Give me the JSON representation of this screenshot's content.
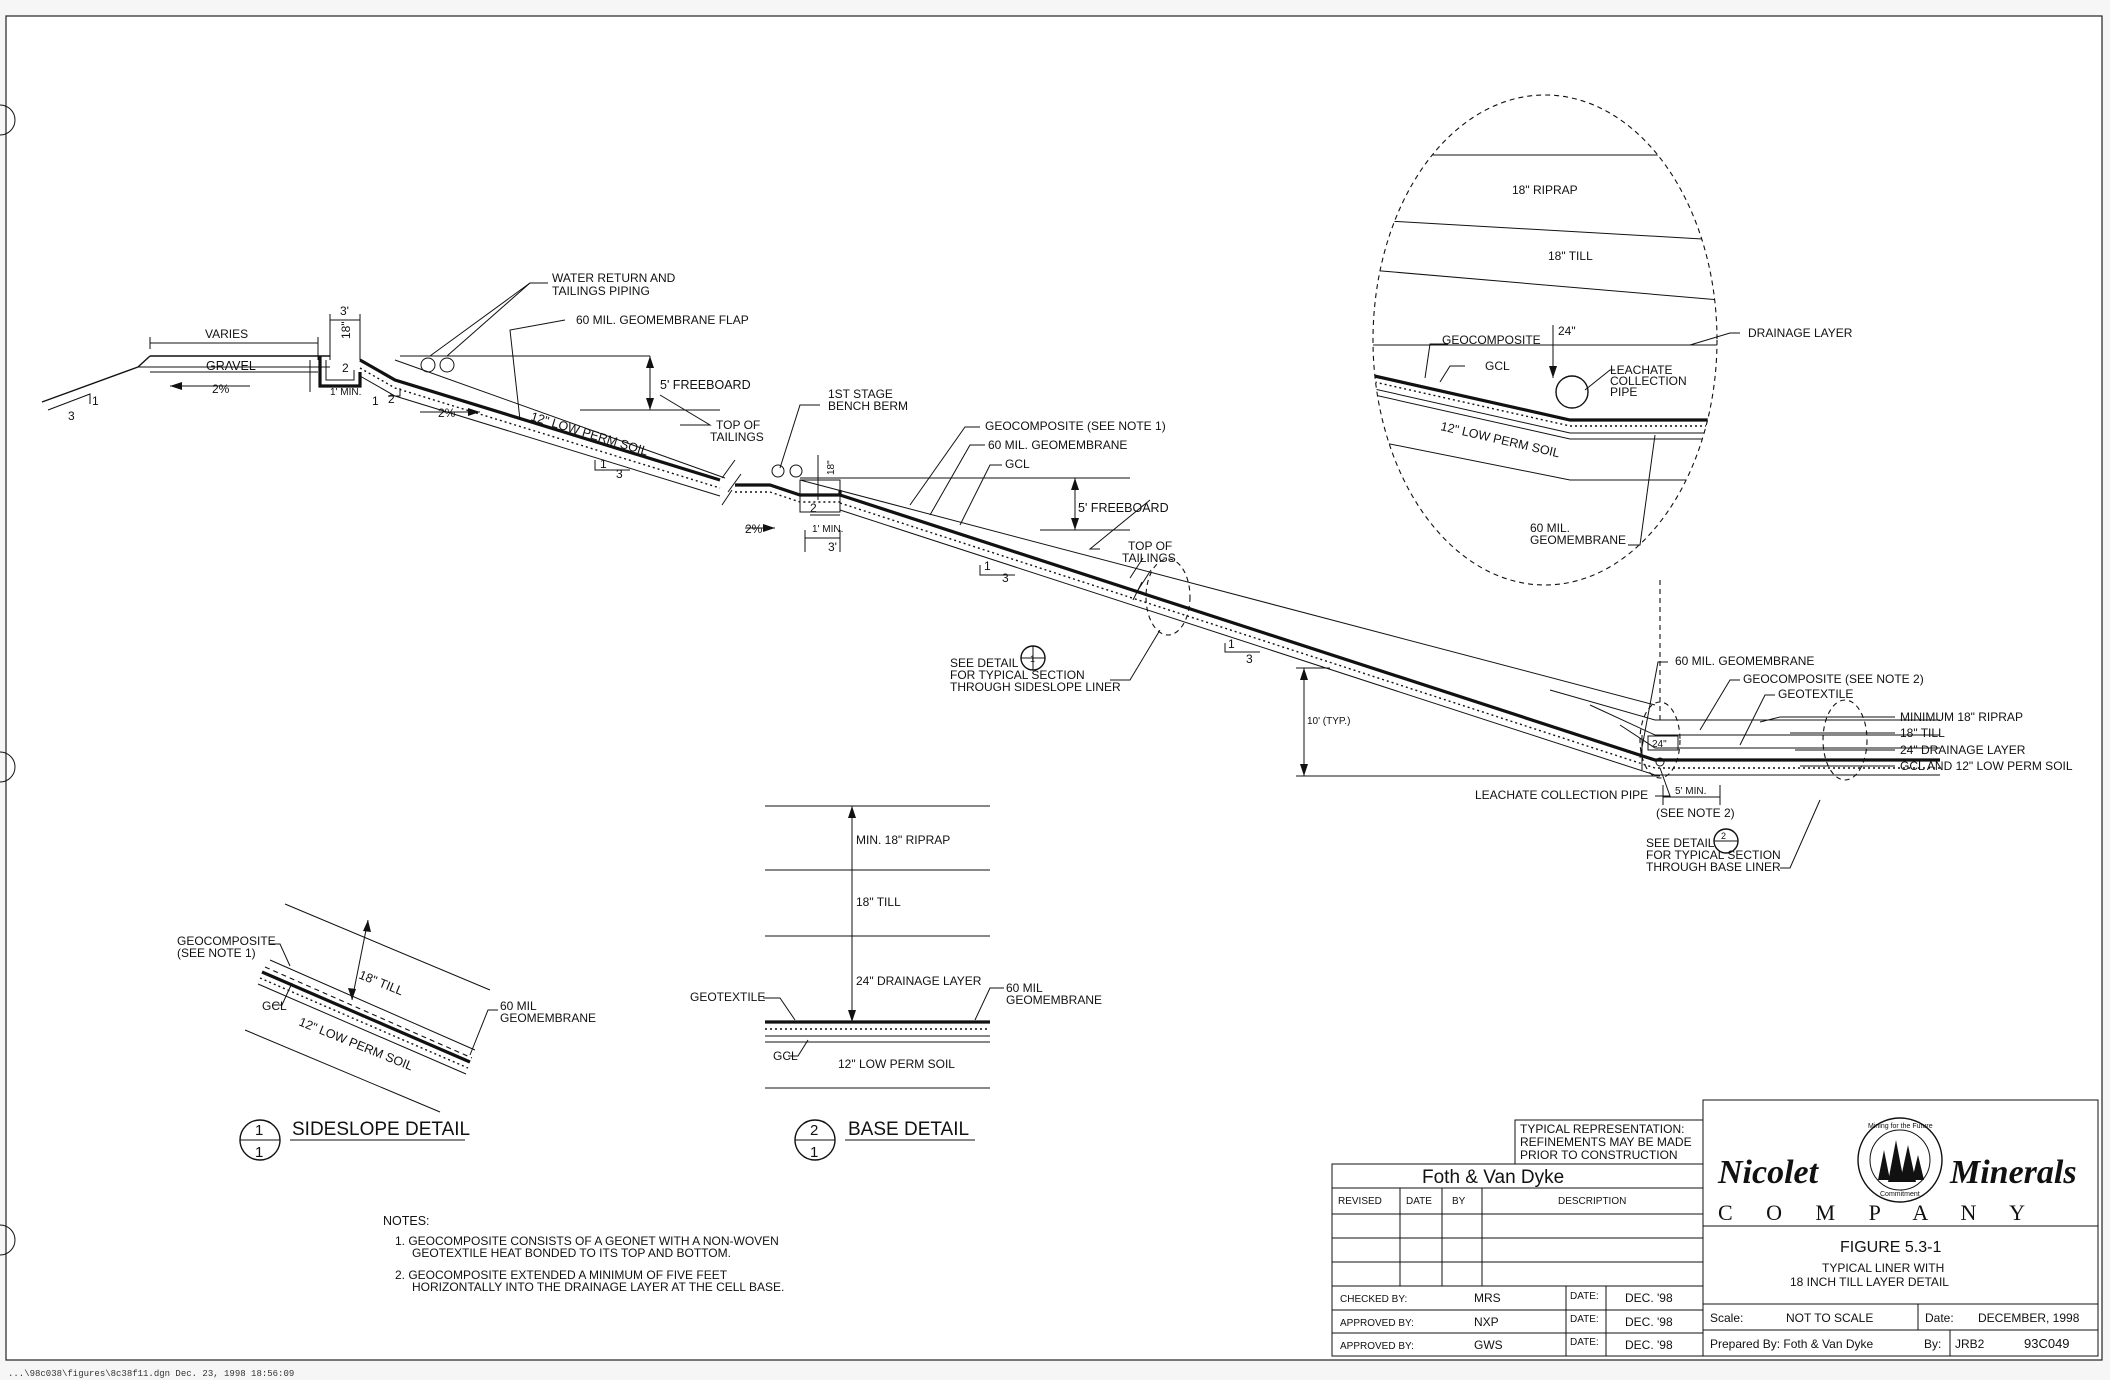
{
  "main_section": {
    "varies": "VARIES",
    "gravel": "GRAVEL",
    "slope_2pct": "2%",
    "dim_3ft": "3'",
    "dim_18in": "18\"",
    "dim_2": "2",
    "one_min": "1' MIN.",
    "slope_1": "1",
    "slope_3": "3",
    "slope_2": "2",
    "water_return": [
      "WATER RETURN AND",
      "TAILINGS PIPING"
    ],
    "geomembrane_flap": "60 MIL. GEOMEMBRANE FLAP",
    "freeboard": "5' FREEBOARD",
    "top_of_tailings": [
      "TOP OF",
      "TAILINGS"
    ],
    "low_perm_soil": "12\" LOW PERM SOIL",
    "bench_berm": [
      "1ST STAGE",
      "BENCH BERM"
    ],
    "geocomposite_note1": "GEOCOMPOSITE (SEE NOTE 1)",
    "geomembrane": "60 MIL. GEOMEMBRANE",
    "gcl": "GCL",
    "see_detail_1": [
      "SEE DETAIL",
      "FOR TYPICAL SECTION",
      "THROUGH SIDESLOPE LINER"
    ],
    "ten_typ": "10' (TYP.)",
    "geomembrane_60": "60 MIL. GEOMEMBRANE",
    "geocomposite_note2": "GEOCOMPOSITE (SEE NOTE 2)",
    "geotextile": "GEOTEXTILE",
    "min_riprap": "MINIMUM 18\" RIPRAP",
    "till_18": "18\" TILL",
    "drainage_24": "24\" DRAINAGE LAYER",
    "gcl_low_perm": "GCL AND 12\" LOW PERM SOIL",
    "dim_24": "24\"",
    "five_min": "5' MIN.",
    "leachate_pipe": "LEACHATE COLLECTION PIPE",
    "see_note2": "(SEE NOTE 2)",
    "see_detail_2": [
      "SEE DETAIL",
      "FOR TYPICAL SECTION",
      "THROUGH BASE LINER"
    ]
  },
  "inset": {
    "riprap": "18\" RIPRAP",
    "till": "18\" TILL",
    "dim_24": "24\"",
    "drainage_layer": "DRAINAGE LAYER",
    "geocomposite": "GEOCOMPOSITE",
    "gcl": "GCL",
    "leachate": [
      "LEACHATE",
      "COLLECTION",
      "PIPE"
    ],
    "low_perm": "12\" LOW PERM SOIL",
    "geomembrane": [
      "60 MIL.",
      "GEOMEMBRANE"
    ]
  },
  "sideslope_detail": {
    "number_top": "1",
    "number_bottom": "1",
    "title": "SIDESLOPE DETAIL",
    "geocomposite": [
      "GEOCOMPOSITE",
      "(SEE NOTE 1)"
    ],
    "till": "18\" TILL",
    "gcl": "GCL",
    "geomembrane": [
      "60 MIL",
      "GEOMEMBRANE"
    ],
    "low_perm": "12\" LOW PERM SOIL"
  },
  "base_detail": {
    "number_top": "2",
    "number_bottom": "1",
    "title": "BASE DETAIL",
    "riprap": "MIN. 18\" RIPRAP",
    "till": "18\" TILL",
    "drainage": "24\" DRAINAGE LAYER",
    "geotextile": "GEOTEXTILE",
    "geomembrane": [
      "60 MIL",
      "GEOMEMBRANE"
    ],
    "gcl": "GCL",
    "low_perm": "12\" LOW PERM SOIL"
  },
  "notes": {
    "heading": "NOTES:",
    "items": [
      [
        "1. GEOCOMPOSITE CONSISTS OF A GEONET WITH A NON-WOVEN",
        "GEOTEXTILE HEAT BONDED TO ITS TOP AND BOTTOM."
      ],
      [
        "2. GEOCOMPOSITE EXTENDED A MINIMUM OF FIVE FEET",
        "HORIZONTALLY INTO THE DRAINAGE LAYER AT THE CELL BASE."
      ]
    ]
  },
  "title_block": {
    "typical_rep": [
      "TYPICAL REPRESENTATION:",
      "REFINEMENTS MAY BE MADE",
      "PRIOR TO CONSTRUCTION"
    ],
    "firm": "Foth & Van Dyke",
    "revision_headers": [
      "REVISED",
      "DATE",
      "BY",
      "DESCRIPTION"
    ],
    "checked_by": "CHECKED BY:",
    "checked_initials": "MRS",
    "approved_by_1": "APPROVED BY:",
    "approved_initials_1": "NXP",
    "approved_by_2": "APPROVED BY:",
    "approved_initials_2": "GWS",
    "date_label": "DATE:",
    "date_value": "DEC. '98",
    "company_left": "Nicolet",
    "company_right": "Minerals",
    "company_sub": "C O M P A N Y",
    "logo_ring_top": "Mining for the Future",
    "logo_ring_bottom": "Commitment",
    "figure_no": "FIGURE 5.3-1",
    "figure_title": [
      "TYPICAL LINER WITH",
      "18 INCH TILL LAYER DETAIL"
    ],
    "scale_label": "Scale:",
    "scale_value": "NOT TO SCALE",
    "date_label_2": "Date:",
    "date_value_2": "DECEMBER, 1998",
    "prepared": "Prepared By: Foth & Van Dyke",
    "by_label": "By:",
    "by_value": "JRB2",
    "drawing_no": "93C049"
  },
  "footer_path": "...\\98c038\\figures\\8c38f11.dgn Dec. 23, 1998 18:56:09"
}
